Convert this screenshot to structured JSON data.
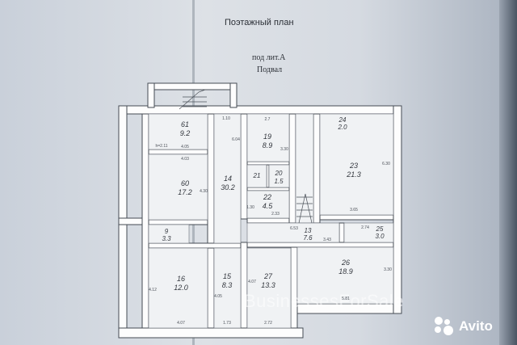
{
  "doc": {
    "title": "Поэтажный план",
    "subtitle_line1": "под лит.А",
    "subtitle_line2": "Подвал"
  },
  "rooms": [
    {
      "id": "r61",
      "num": "61",
      "area": "9.2"
    },
    {
      "id": "r60",
      "num": "60",
      "area": "17.2"
    },
    {
      "id": "r14",
      "num": "14",
      "area": "30.2"
    },
    {
      "id": "r19",
      "num": "19",
      "area": "8.9"
    },
    {
      "id": "r20",
      "num": "20",
      "area": "1.5"
    },
    {
      "id": "r21",
      "num": "21",
      "area": ""
    },
    {
      "id": "r22",
      "num": "22",
      "area": "4.5"
    },
    {
      "id": "r24",
      "num": "24",
      "area": "2.0"
    },
    {
      "id": "r23",
      "num": "23",
      "area": "21.3"
    },
    {
      "id": "r9",
      "num": "9",
      "area": "3.3"
    },
    {
      "id": "r13",
      "num": "13",
      "area": "7.6"
    },
    {
      "id": "r25",
      "num": "25",
      "area": "3.0"
    },
    {
      "id": "r16",
      "num": "16",
      "area": "12.0"
    },
    {
      "id": "r15",
      "num": "15",
      "area": "8.3"
    },
    {
      "id": "r27",
      "num": "27",
      "area": "13.3"
    },
    {
      "id": "r26",
      "num": "26",
      "area": "18.9"
    }
  ],
  "dims": [
    {
      "id": "d1",
      "text": "4.05"
    },
    {
      "id": "d2",
      "text": "4.03"
    },
    {
      "id": "d3",
      "text": "4.30"
    },
    {
      "id": "d4",
      "text": "6.04"
    },
    {
      "id": "d5",
      "text": "1.10"
    },
    {
      "id": "d6",
      "text": "3.30"
    },
    {
      "id": "d7",
      "text": "2.7"
    },
    {
      "id": "d8",
      "text": "6.30"
    },
    {
      "id": "d9",
      "text": "3.65"
    },
    {
      "id": "d10",
      "text": "6.53"
    },
    {
      "id": "d11",
      "text": "3.43"
    },
    {
      "id": "d12",
      "text": "2.74"
    },
    {
      "id": "d13",
      "text": "3.30"
    },
    {
      "id": "d14",
      "text": "4.12"
    },
    {
      "id": "d15",
      "text": "4.07"
    },
    {
      "id": "d16",
      "text": "4.05"
    },
    {
      "id": "d17",
      "text": "1.73"
    },
    {
      "id": "d18",
      "text": "4.07"
    },
    {
      "id": "d19",
      "text": "2.72"
    },
    {
      "id": "d20",
      "text": "5.81"
    },
    {
      "id": "d21",
      "text": "2.33"
    },
    {
      "id": "d22",
      "text": "1.30"
    },
    {
      "id": "d23",
      "text": "h=2.11"
    }
  ],
  "watermark": "BusinessesForSale",
  "brand": "Avito",
  "colors": {
    "paper": "#d8dce2",
    "wall": "#ffffff",
    "wall_outline": "#454b54",
    "ink": "#2b2f36"
  }
}
